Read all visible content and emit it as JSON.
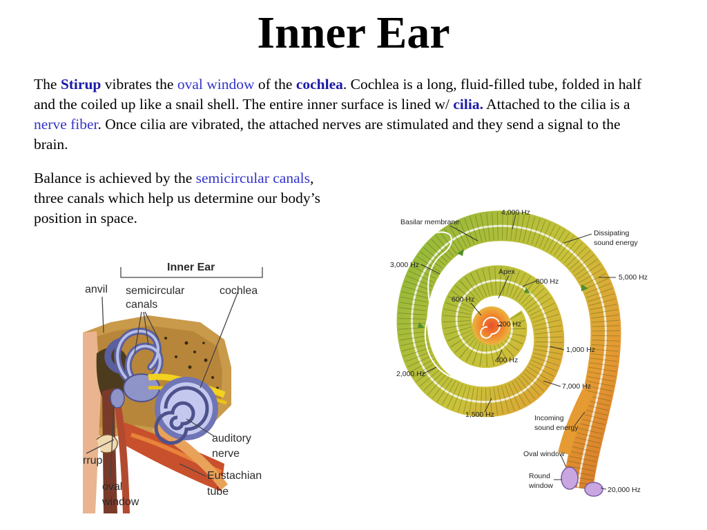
{
  "title": "Inner Ear",
  "paragraph1": {
    "t1": "The ",
    "stirup": "Stirup",
    "t2": " vibrates the ",
    "oval_window": "oval window",
    "t3": " of the ",
    "cochlea": "cochlea",
    "t4": ". Cochlea is a long, fluid-filled tube, folded in half and the coiled up like a snail shell. The entire inner surface is lined w/ ",
    "cilia": "cilia.",
    "t5": "  Attached to the cilia is a ",
    "nerve_fiber": "nerve fiber",
    "t6": ". Once cilia are vibrated, the attached nerves are stimulated and they send a signal to the brain."
  },
  "paragraph2": {
    "t1": "Balance is achieved by the ",
    "semicircular_canals": "semicircular canals",
    "t2": ", three canals which help us determine our body’s position in space."
  },
  "ear_figure": {
    "heading": "Inner Ear",
    "labels": {
      "anvil": "anvil",
      "semicircular_1": "semicircular",
      "semicircular_2": "canals",
      "cochlea": "cochlea",
      "auditory_1": "auditory",
      "auditory_2": "nerve",
      "eustachian_1": "Eustachian",
      "eustachian_2": "tube",
      "stirrup": "rrup",
      "oval_1": "oval",
      "oval_2": "window"
    }
  },
  "cochlea_figure": {
    "labels": {
      "basilar_membrane": "Basilar membrane",
      "f4000": "4,000 Hz",
      "dissipating_1": "Dissipating",
      "dissipating_2": "sound energy",
      "f3000": "3,000 Hz",
      "apex": "Apex",
      "f800": "800 Hz",
      "f5000": "5,000 Hz",
      "f600": "600 Hz",
      "f200": "200 Hz",
      "f400": "400 Hz",
      "f1000": "1,000 Hz",
      "f2000": "2,000 Hz",
      "f7000": "7,000 Hz",
      "f1500": "1,500 Hz",
      "incoming_1": "Incoming",
      "incoming_2": "sound energy",
      "oval_window": "Oval window",
      "round_1": "Round",
      "round_2": "window",
      "f20000": "20,000 Hz"
    }
  },
  "colors": {
    "keyword_blue": "#3333cc",
    "keyword_bold_blue": "#1a1aa8"
  }
}
